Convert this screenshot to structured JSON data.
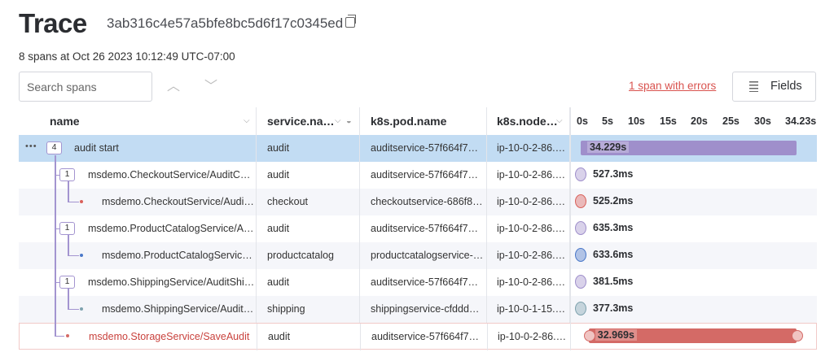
{
  "header": {
    "title": "Trace",
    "trace_id": "3ab316c4e57a5bfe8bc5d6f17c0345ed",
    "summary": "8 spans at Oct 26 2023 10:12:49 UTC-07:00"
  },
  "toolbar": {
    "search_placeholder": "Search spans",
    "errors_link": "1 span with errors",
    "fields_label": "Fields"
  },
  "columns": [
    "name",
    "service.na…",
    "k8s.pod.name",
    "k8s.node…"
  ],
  "timeline_ticks": [
    "0s",
    "5s",
    "10s",
    "15s",
    "20s",
    "25s",
    "30s",
    "34.23s"
  ],
  "timeline_max_s": 34.229,
  "colors": {
    "audit": "#9f8fcb",
    "checkout": "#d9605a",
    "productcatalog": "#4a78c9",
    "shipping": "#7ea2ae",
    "error": "#d46a66",
    "selected": "#c2dcf3"
  },
  "rows": [
    {
      "name": "audit start",
      "service": "audit",
      "pod": "auditservice-57f664f7…",
      "node": "ip-10-0-2-86.…",
      "duration": "34.229s",
      "duration_s": 34.229,
      "children": "4",
      "depth": 0,
      "selected": true
    },
    {
      "name": "msdemo.CheckoutService/AuditC…",
      "service": "audit",
      "pod": "auditservice-57f664f7…",
      "node": "ip-10-0-2-86.…",
      "duration": "527.3ms",
      "duration_s": 0.5273,
      "children": "1",
      "depth": 1
    },
    {
      "name": "msdemo.CheckoutService/Audi…",
      "service": "checkout",
      "pod": "checkoutservice-686f8…",
      "node": "ip-10-0-2-86.…",
      "duration": "525.2ms",
      "duration_s": 0.5252,
      "depth": 2
    },
    {
      "name": "msdemo.ProductCatalogService/A…",
      "service": "audit",
      "pod": "auditservice-57f664f7…",
      "node": "ip-10-0-2-86.…",
      "duration": "635.3ms",
      "duration_s": 0.6353,
      "children": "1",
      "depth": 1
    },
    {
      "name": "msdemo.ProductCatalogServic…",
      "service": "productcatalog",
      "pod": "productcatalogservice-…",
      "node": "ip-10-0-2-86.…",
      "duration": "633.6ms",
      "duration_s": 0.6336,
      "depth": 2
    },
    {
      "name": "msdemo.ShippingService/AuditShi…",
      "service": "audit",
      "pod": "auditservice-57f664f7…",
      "node": "ip-10-0-2-86.…",
      "duration": "381.5ms",
      "duration_s": 0.3815,
      "children": "1",
      "depth": 1
    },
    {
      "name": "msdemo.ShippingService/Audit…",
      "service": "shipping",
      "pod": "shippingservice-cfddd…",
      "node": "ip-10-0-1-15.…",
      "duration": "377.3ms",
      "duration_s": 0.3773,
      "depth": 2
    },
    {
      "name": "msdemo.StorageService/SaveAudit",
      "service": "audit",
      "pod": "auditservice-57f664f7…",
      "node": "ip-10-0-2-86.…",
      "duration": "32.969s",
      "duration_s": 32.969,
      "start_s": 1.26,
      "depth": 1,
      "error": true
    }
  ]
}
